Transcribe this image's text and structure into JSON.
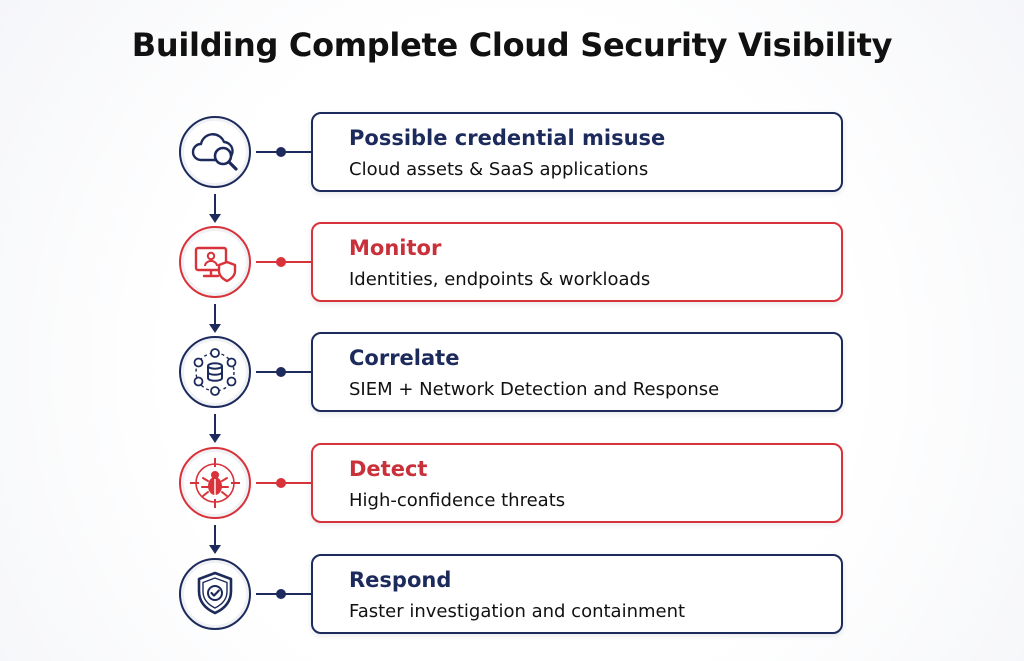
{
  "title": "Building Complete Cloud Security Visibility",
  "colors": {
    "navy": "#1d2a5c",
    "red": "#d8323a",
    "text": "#111111"
  },
  "steps": [
    {
      "title": "Possible credential misuse",
      "subtitle": "Cloud assets & SaaS applications",
      "accent": "navy",
      "icon": "cloud-search-icon"
    },
    {
      "title": "Monitor",
      "subtitle": "Identities, endpoints & workloads",
      "accent": "red",
      "icon": "monitor-shield-icon"
    },
    {
      "title": "Correlate",
      "subtitle": "SIEM + Network Detection and Response",
      "accent": "navy",
      "icon": "network-database-icon"
    },
    {
      "title": "Detect",
      "subtitle": "High-confidence threats",
      "accent": "red",
      "icon": "bug-target-icon"
    },
    {
      "title": "Respond",
      "subtitle": "Faster investigation and containment",
      "accent": "navy",
      "icon": "shield-check-icon"
    }
  ]
}
